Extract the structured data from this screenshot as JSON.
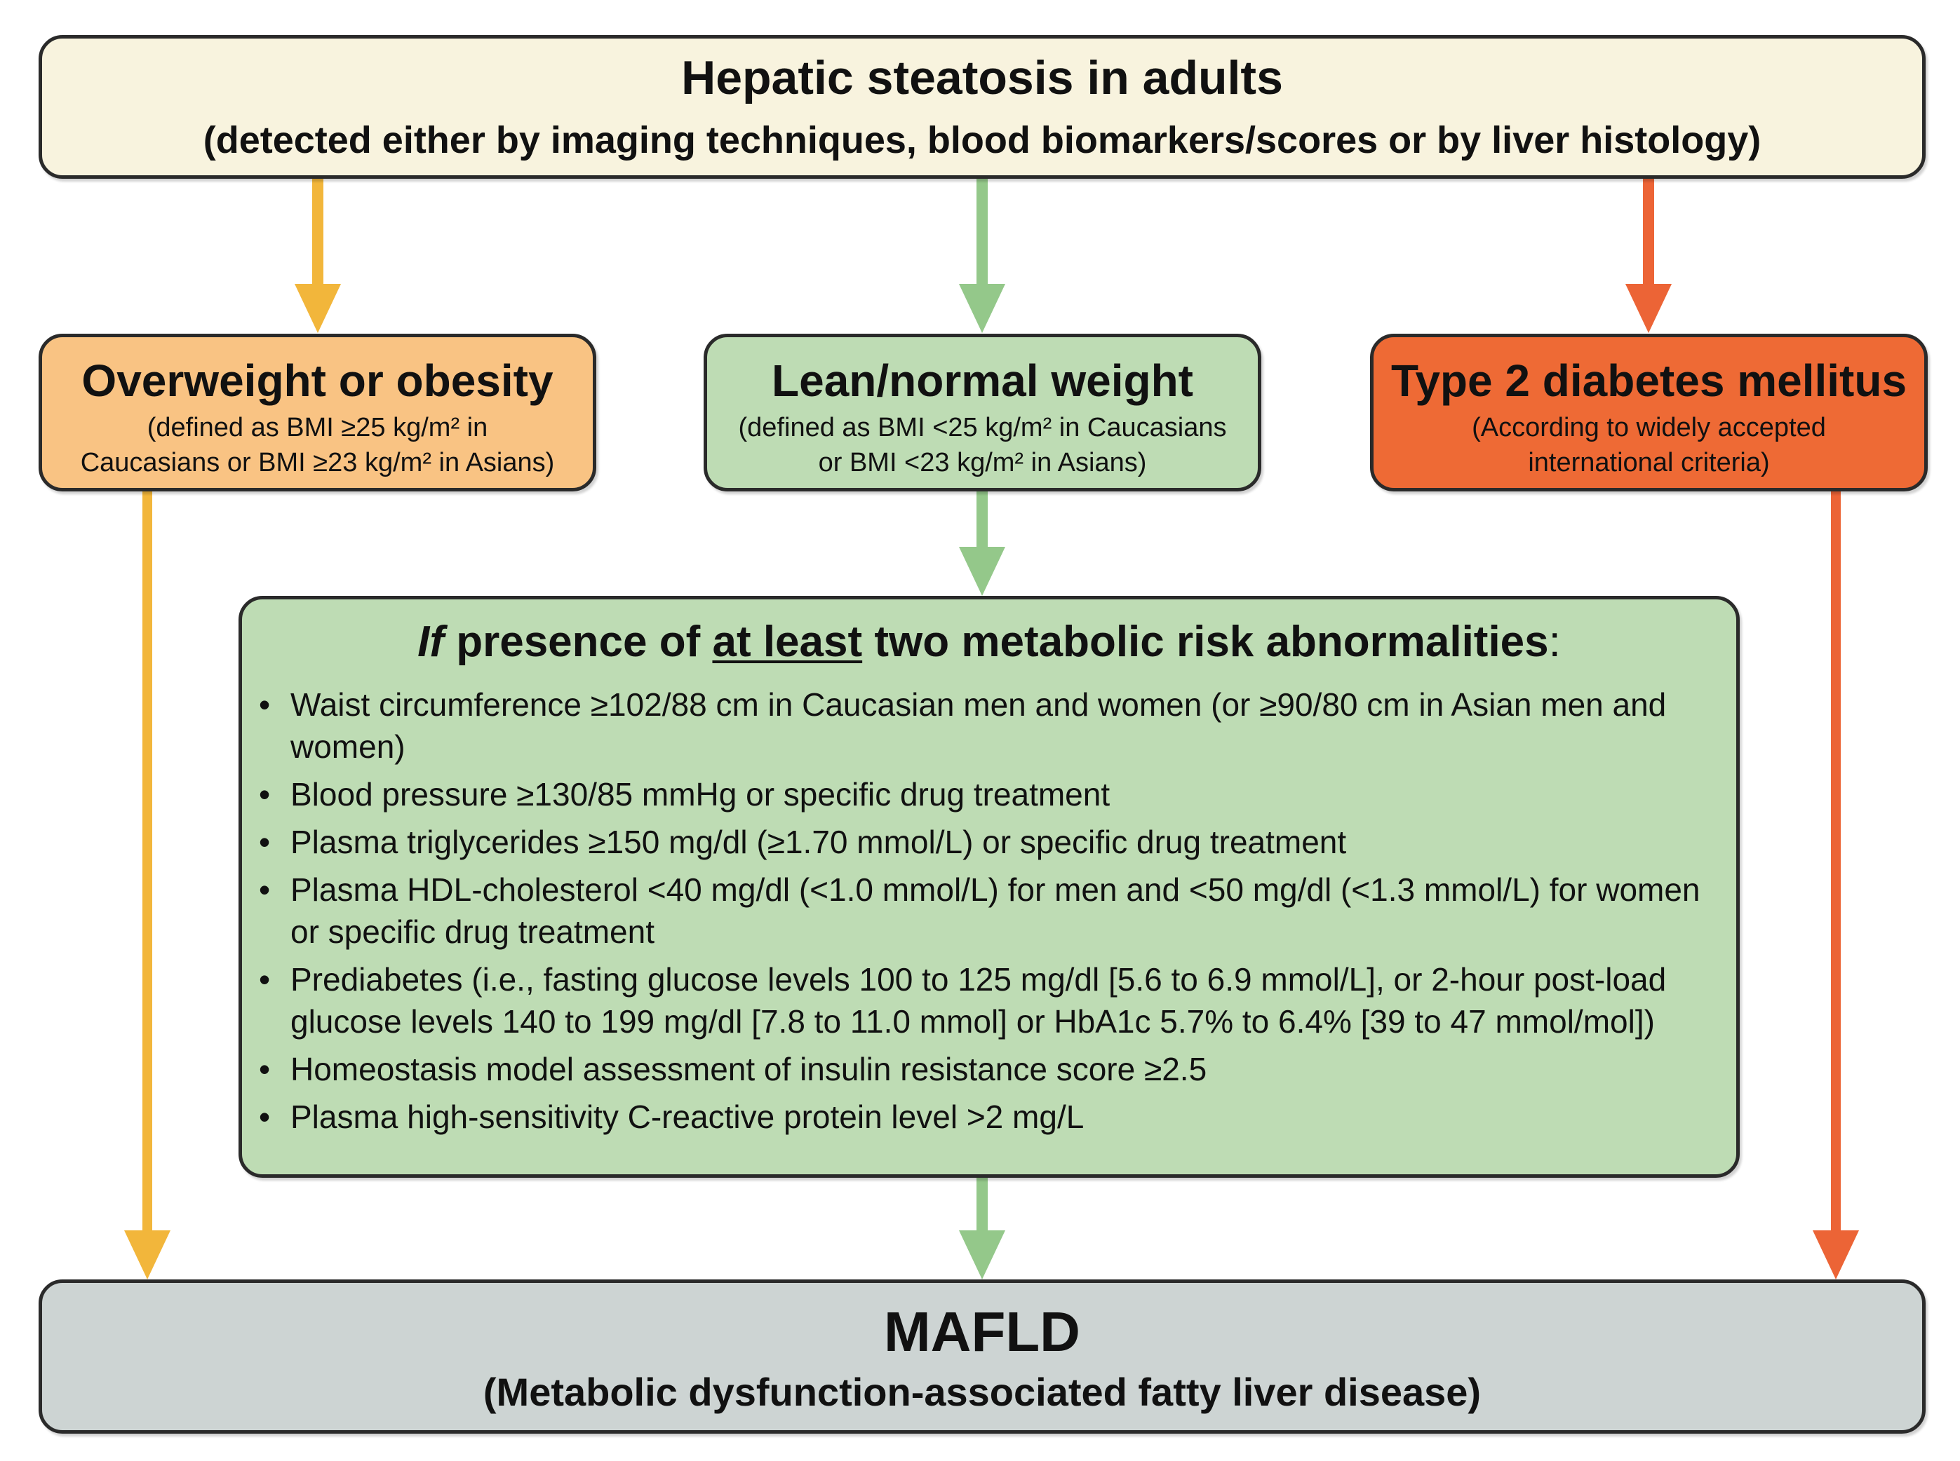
{
  "colors": {
    "overweight": "#f2b63b",
    "lean": "#94c88a",
    "diabetes": "#ec6436",
    "top_box": "#f8f3de",
    "bottom_box": "#cdd4d3"
  },
  "top": {
    "title": "Hepatic steatosis in adults",
    "subtitle": "(detected either by imaging techniques, blood biomarkers/scores or by liver histology)"
  },
  "overweight": {
    "title": "Overweight or obesity",
    "line1": "(defined as BMI ≥25 kg/m² in",
    "line2": "Caucasians or BMI ≥23 kg/m² in Asians)"
  },
  "lean": {
    "title": "Lean/normal weight",
    "line1": "(defined as BMI <25 kg/m² in Caucasians",
    "line2": "or BMI <23 kg/m² in Asians)"
  },
  "diabetes": {
    "title": "Type 2 diabetes mellitus",
    "line1": "(According to widely accepted",
    "line2": "international criteria)"
  },
  "criteria": {
    "title_if": "If",
    "title_mid": " presence of ",
    "title_underlined": "at least",
    "title_end": " two metabolic risk abnormalities",
    "title_colon": ":",
    "items": [
      "Waist circumference ≥102/88 cm in Caucasian men and women (or ≥90/80 cm in Asian men and women)",
      "Blood pressure ≥130/85 mmHg or specific drug treatment",
      "Plasma triglycerides ≥150 mg/dl (≥1.70 mmol/L) or specific drug treatment",
      "Plasma HDL-cholesterol <40 mg/dl (<1.0 mmol/L) for men and <50 mg/dl (<1.3 mmol/L) for women or specific drug treatment",
      "Prediabetes (i.e., fasting glucose levels 100 to 125 mg/dl [5.6 to 6.9 mmol/L], or 2-hour post-load glucose levels 140 to 199 mg/dl [7.8 to 11.0 mmol] or HbA1c 5.7% to 6.4% [39 to 47 mmol/mol])",
      "Homeostasis model assessment of insulin resistance score ≥2.5",
      "Plasma high-sensitivity C-reactive protein level >2 mg/L"
    ]
  },
  "bottom": {
    "title": "MAFLD",
    "subtitle": "(Metabolic dysfunction-associated fatty liver disease)"
  }
}
